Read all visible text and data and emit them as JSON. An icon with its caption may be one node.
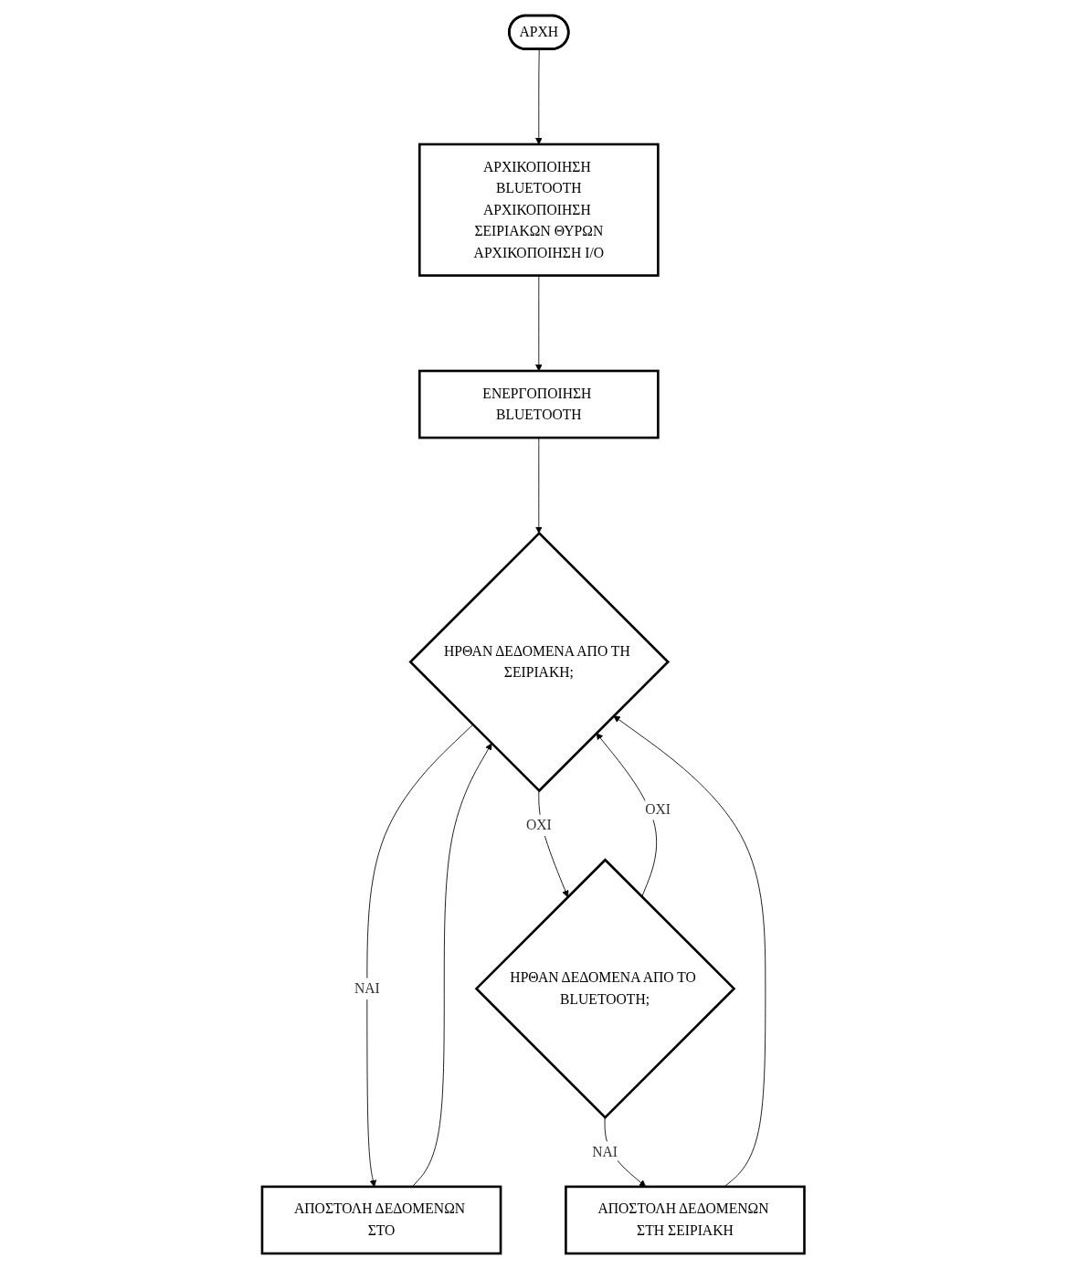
{
  "diagram": {
    "nodes": [
      {
        "text": [
          "ΑΡΧΗ"
        ]
      },
      {
        "text": [
          "ΑΡΧΙΚΟΠΟΙΗΣΗ BLUETOOTH",
          "ΑΡΧΙΚΟΠΟΙΗΣΗ ΣΕΙΡΙΑΚΩΝ ΘΥΡΩΝ",
          "ΑΡΧΙΚΟΠΟΙΗΣΗ I/O"
        ]
      },
      {
        "text": [
          "ΕΝΕΡΓΟΠΟΙΗΣΗ BLUETOOTH"
        ]
      },
      {
        "text": [
          "ΗΡΘΑΝ ΔΕΔΟΜΕΝΑ ΑΠΟ ΤΗ ΣΕΙΡΙΑΚΗ;"
        ]
      },
      {
        "text": [
          "ΑΠΟΣΤΟΛΗ ΔΕΔΟΜΕΝΩΝ ΣΤΟ"
        ]
      },
      {
        "text": [
          "ΗΡΘΑΝ ΔΕΔΟΜΕΝΑ ΑΠΟ ΤΟ BLUETOOTH;"
        ]
      },
      {
        "text": [
          "ΑΠΟΣΤΟΛΗ ΔΕΔΟΜΕΝΩΝ ΣΤΗ ΣΕΙΡΙΑΚΗ"
        ]
      }
    ],
    "edges": [
      {
        "from": 0,
        "to": 1,
        "arrow": "to"
      },
      {
        "from": 1,
        "to": 2,
        "arrow": "to"
      },
      {
        "from": 2,
        "to": 3,
        "arrow": "to"
      },
      {
        "from": 3,
        "to": 4,
        "arrow": "to",
        "label": "ΝΑΙ"
      },
      {
        "from": 4,
        "to": 3,
        "arrow": "to"
      },
      {
        "from": 3,
        "to": 5,
        "arrow": "to",
        "label": "ΟΧΙ"
      },
      {
        "from": 5,
        "to": 6,
        "arrow": "to",
        "label": "ΝΑΙ"
      },
      {
        "from": 6,
        "to": 3,
        "arrow": "to"
      },
      {
        "from": 5,
        "to": 3,
        "arrow": "to",
        "label": "ΟΧΙ"
      }
    ]
  }
}
